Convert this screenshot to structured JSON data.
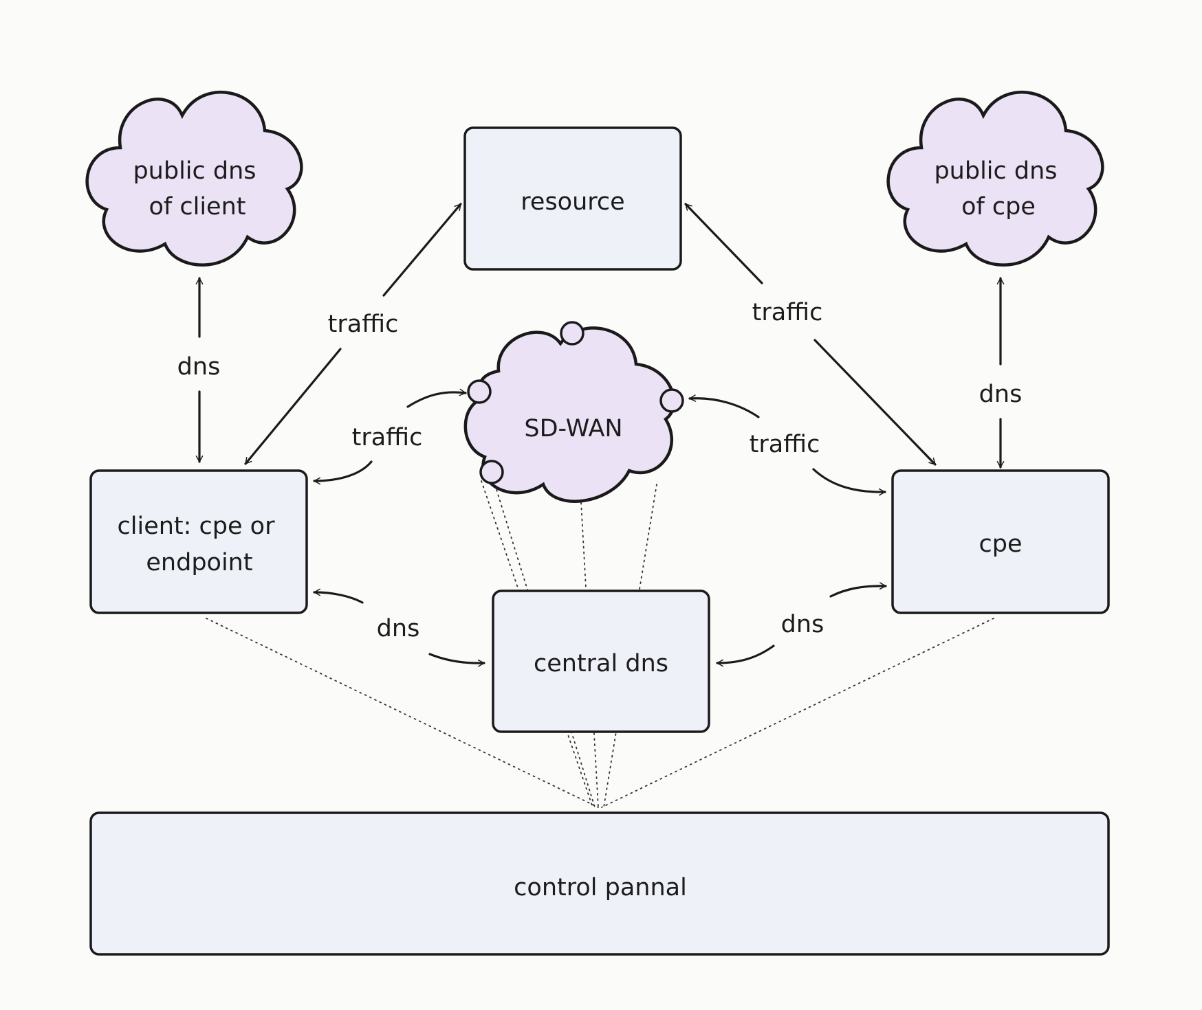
{
  "nodes": {
    "public_dns_client": [
      "public dns",
      "of client"
    ],
    "resource": "resource",
    "public_dns_cpe": [
      "public dns",
      "of cpe"
    ],
    "sdwan": "SD-WAN",
    "client": [
      "client: cpe or",
      "endpoint"
    ],
    "cpe": "cpe",
    "central_dns": "central dns",
    "control_panel": "control pannal"
  },
  "edges": {
    "client_public_dns": "dns",
    "client_resource": "traffic",
    "cpe_resource": "traffic",
    "cpe_public_dns": "dns",
    "client_sdwan": "traffic",
    "cpe_sdwan": "traffic",
    "client_central_dns": "dns",
    "cpe_central_dns": "dns"
  },
  "colors": {
    "box_fill": "#eef1f8",
    "cloud_fill": "#ebe3f5",
    "stroke": "#1a1a1a"
  }
}
